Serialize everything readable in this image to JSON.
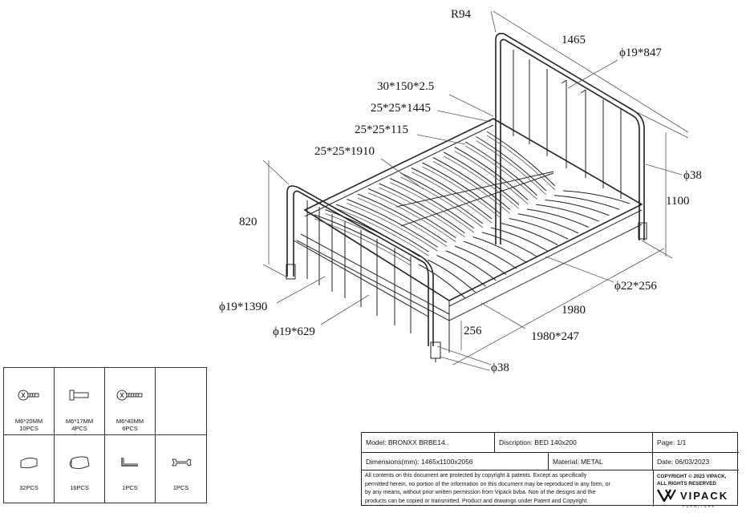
{
  "dimensions": {
    "r94": "R94",
    "width": "1465",
    "headboard_tube": "ϕ19*847",
    "panel": "30*150*2.5",
    "rail_long": "25*25*1445",
    "rail_short": "25*25*115",
    "rail_side": "25*25*1910",
    "foot_height": "820",
    "leg": "ϕ38",
    "height": "1100",
    "center_leg": "ϕ22*256",
    "foot_tube": "ϕ19*1390",
    "foot_tube_short": "ϕ19*629",
    "length": "1980",
    "clearance": "256",
    "side_rail": "1980*247",
    "leg_foot": "ϕ38"
  },
  "parts": [
    {
      "icon": "bolt-m6x20-icon",
      "label": "M6*20MM",
      "qty": "10PCS"
    },
    {
      "icon": "barrel-nut-m6x17-icon",
      "label": "M6*17MM",
      "qty": "4PCS"
    },
    {
      "icon": "bolt-m6x40-icon",
      "label": "M6*40MM",
      "qty": "6PCS"
    },
    {
      "icon": "empty-slot",
      "label": "",
      "qty": ""
    },
    {
      "icon": "cap-small-icon",
      "label": "",
      "qty": "32PCS"
    },
    {
      "icon": "cap-large-icon",
      "label": "",
      "qty": "16PCS"
    },
    {
      "icon": "allen-key-icon",
      "label": "",
      "qty": "1PCS"
    },
    {
      "icon": "wrench-icon",
      "label": "",
      "qty": "1PCS"
    }
  ],
  "title_block": {
    "model": "Model: BRONXX BRBE14..",
    "description": "Discription: BED 140x200",
    "page": "Page: 1/1",
    "dims": "Dimensions(mm): 1465x1100x2056",
    "material": "Material: METAL",
    "date": "Date: 06/03/2023",
    "legal": [
      "All contents on this document are protected by copyright & patents. Except as specifically",
      "permitted herein, no portion of the information on this document may be reproduced in any form, or",
      "by any means, without prior written permission from Vipack bvba. Non of the designs and the",
      "products can be copied or transmitted. Product and drawings under Patent and Copyright."
    ],
    "copyright_1": "COPYRIGHT  © 2023 VIPACK,",
    "copyright_2": "ALL RIGHTS RESERVED",
    "brand": "VIPACK",
    "brand_sub": "FURNITURE"
  }
}
